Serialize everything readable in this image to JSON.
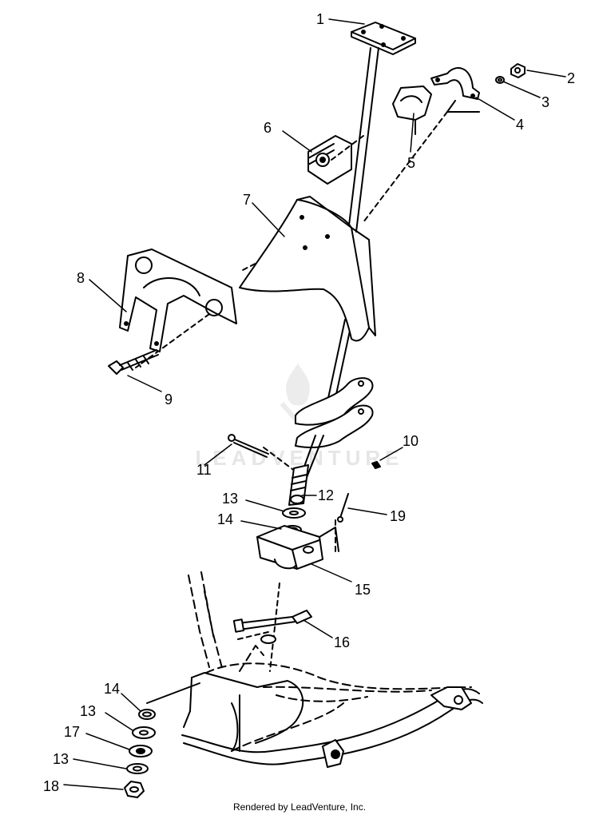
{
  "callouts": [
    "1",
    "2",
    "3",
    "4",
    "5",
    "6",
    "7",
    "8",
    "9",
    "10",
    "11",
    "12",
    "13",
    "14",
    "15",
    "16",
    "19",
    "14",
    "13",
    "17",
    "13",
    "18"
  ],
  "watermark": "LEADVENTURE",
  "footer": "Rendered by LeadVenture, Inc."
}
